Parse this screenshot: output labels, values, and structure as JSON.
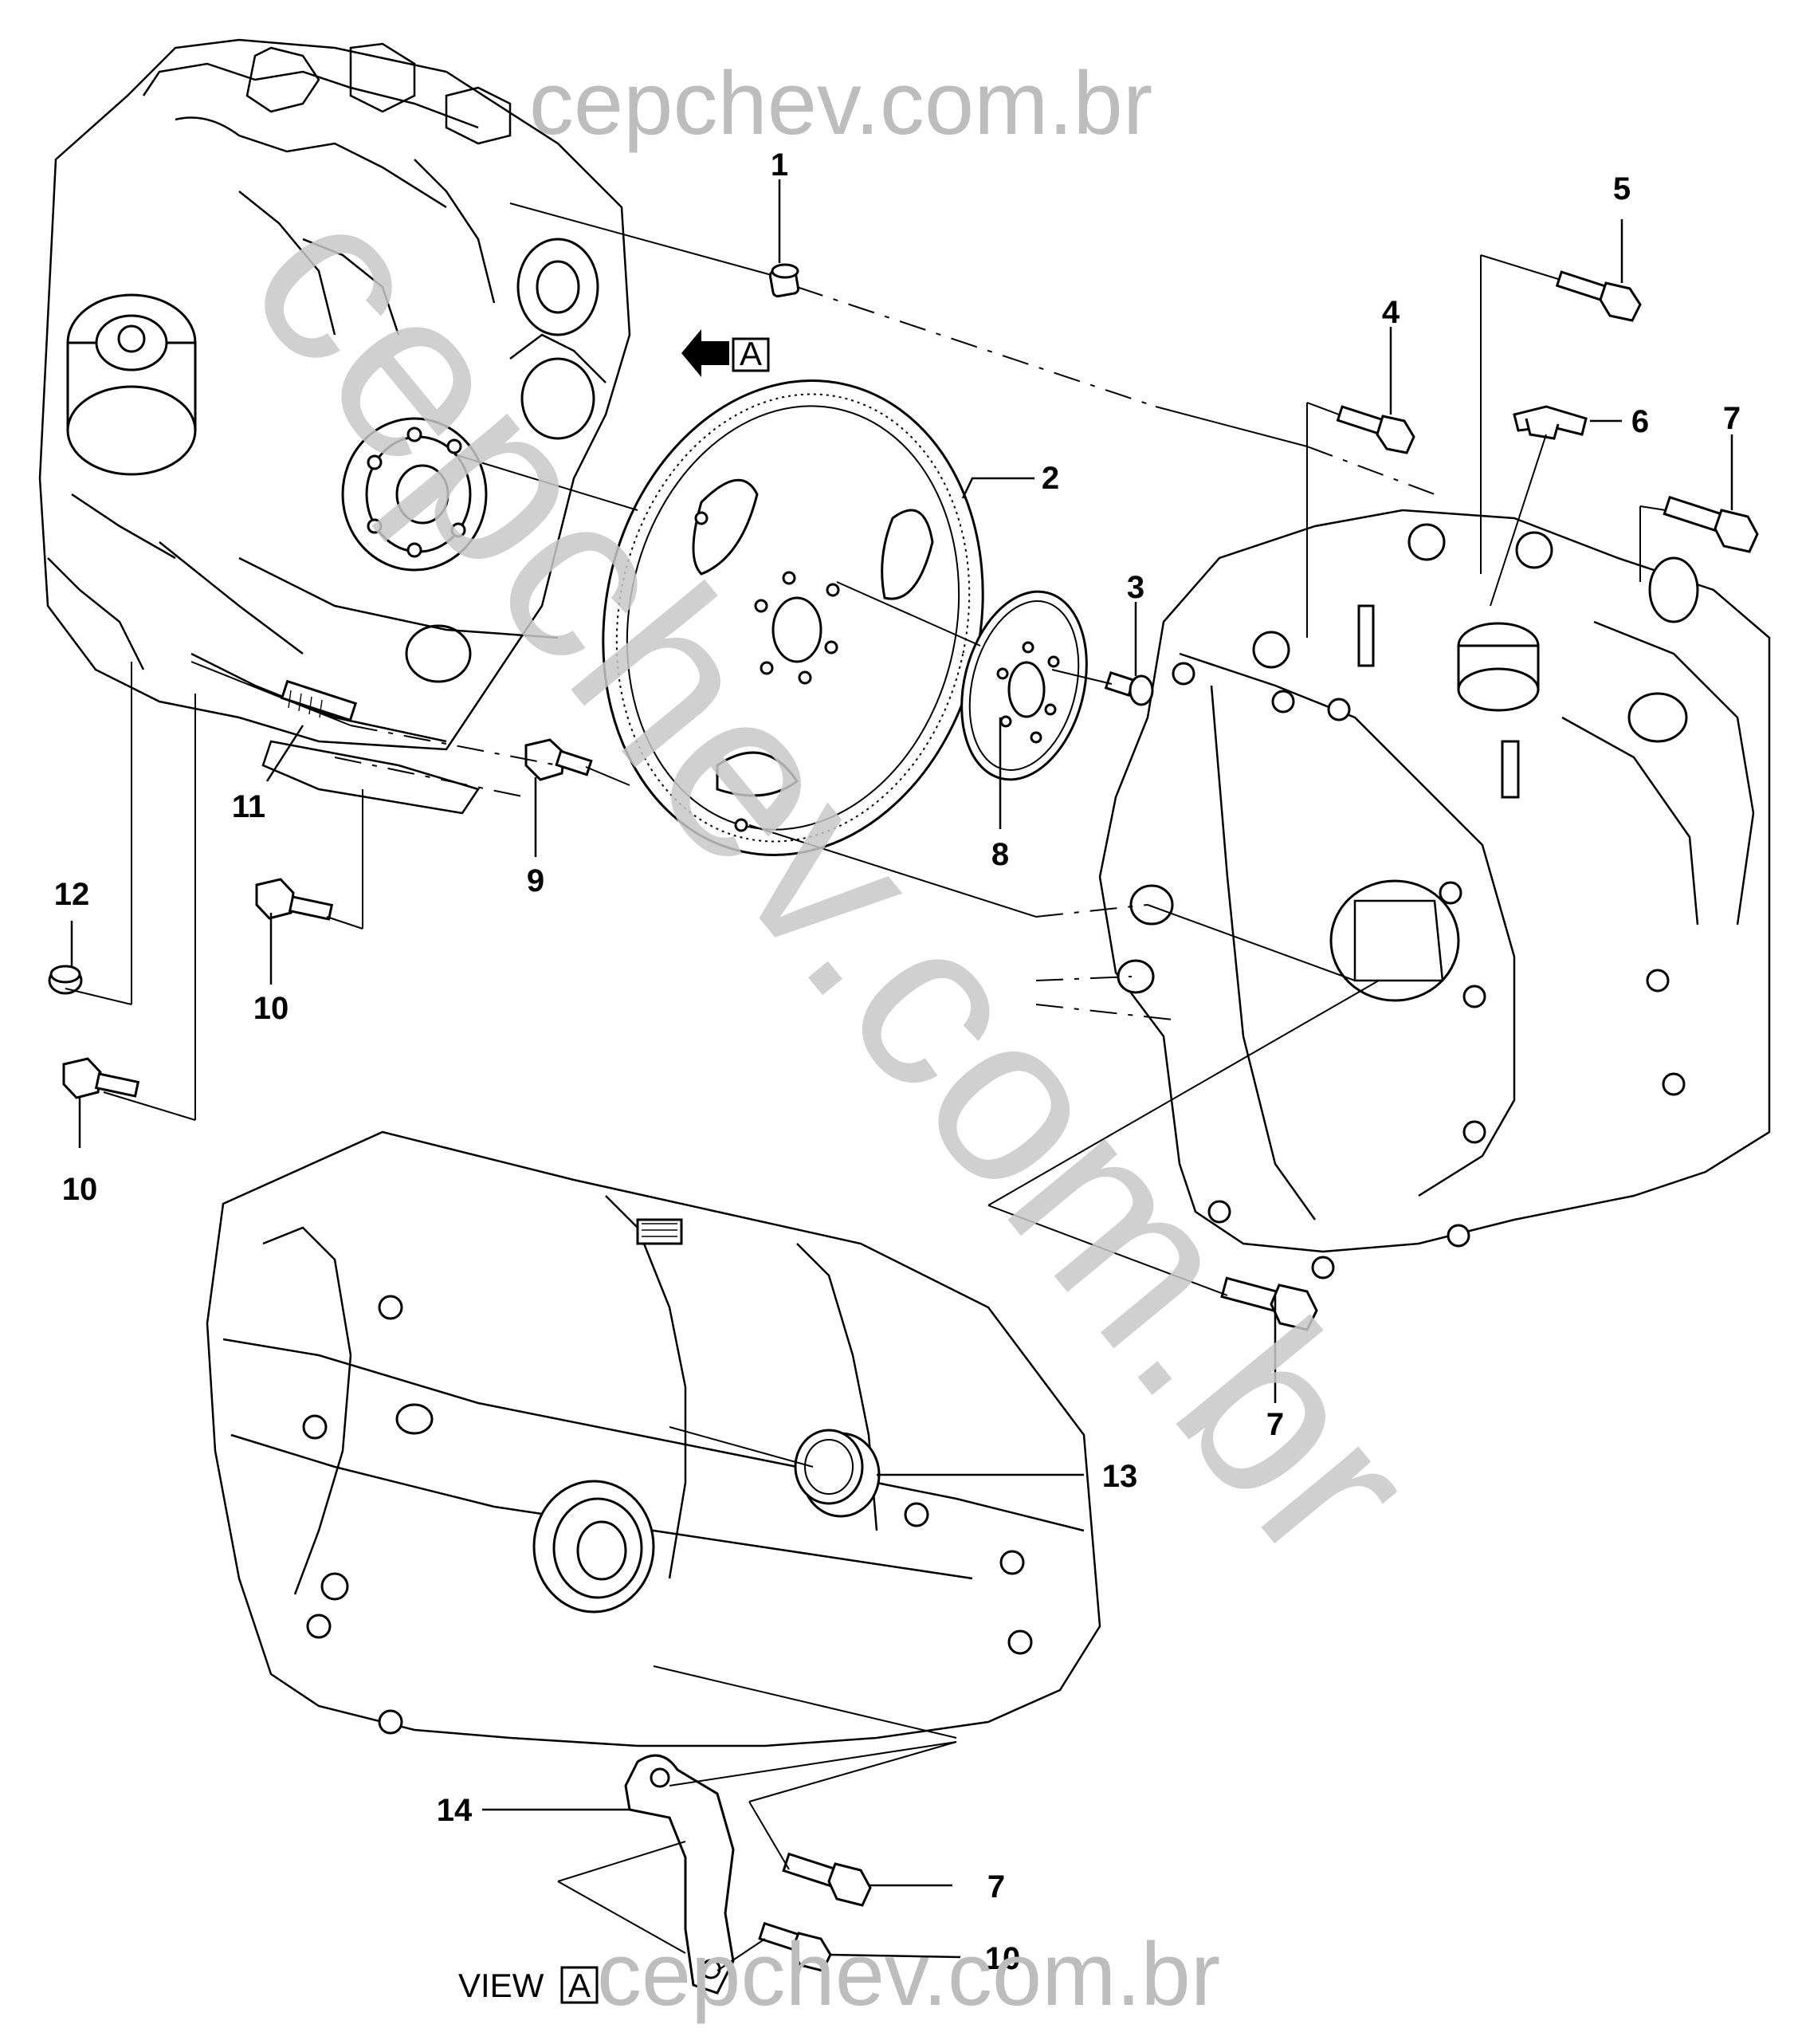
{
  "watermark": {
    "top": "cepchev.com.br",
    "diagonal": "cepchev.com.br",
    "bottom": "cepchev.com.br"
  },
  "view_arrow_label": "A",
  "view_caption": {
    "text": "VIEW",
    "box": "A"
  },
  "callouts": {
    "c1": "1",
    "c2": "2",
    "c3": "3",
    "c4": "4",
    "c5": "5",
    "c6": "6",
    "c7a": "7",
    "c7b": "7",
    "c7c": "7",
    "c8": "8",
    "c9": "9",
    "c10a": "10",
    "c10b": "10",
    "c10c": "10",
    "c11": "11",
    "c12": "12",
    "c13": "13",
    "c14": "14"
  },
  "colors": {
    "line": "#000000",
    "watermark": "#bdbdbd",
    "background": "#ffffff"
  }
}
